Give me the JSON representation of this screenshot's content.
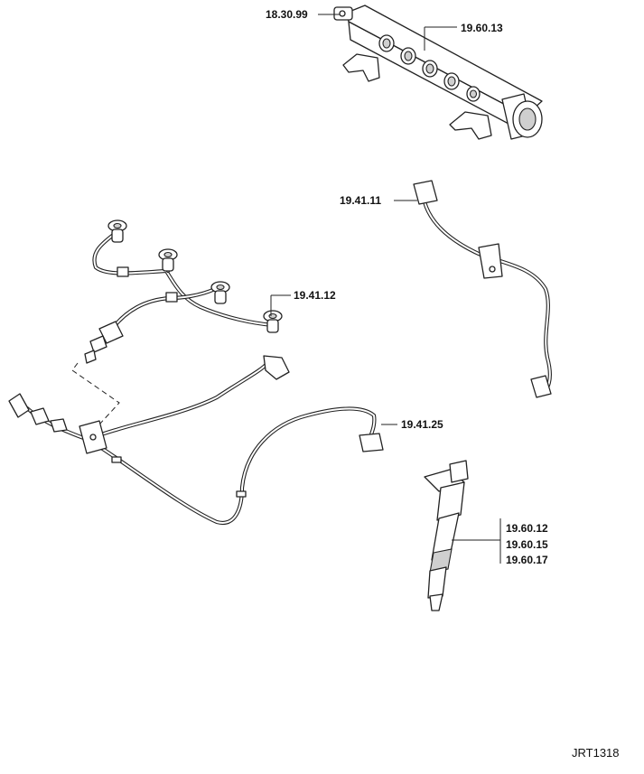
{
  "labels": {
    "rail_sensor": "18.30.99",
    "fuel_rail": "19.60.13",
    "pipe_right": "19.41.11",
    "leak_off_pipe": "19.41.12",
    "feed_pipe": "19.41.25",
    "injector_a": "19.60.12",
    "injector_b": "19.60.15",
    "injector_c": "19.60.17"
  },
  "reference": "JRT1318"
}
